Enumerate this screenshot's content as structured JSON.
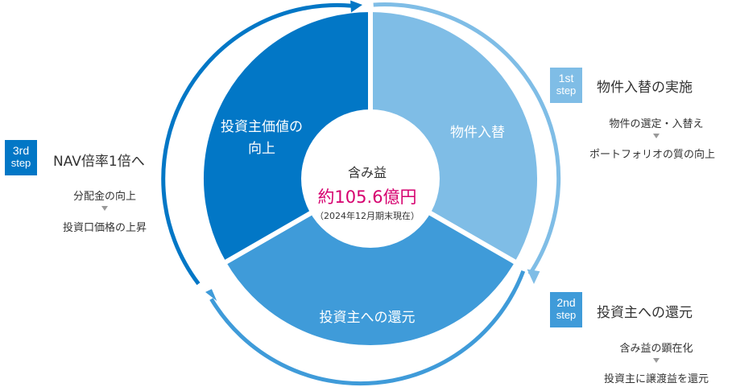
{
  "colors": {
    "step1": "#7fbde6",
    "step2": "#3f9bd9",
    "step3": "#0277c6",
    "highlight": "#d6006f"
  },
  "center": {
    "title": "含み益",
    "value": "約105.6億円",
    "note": "（2024年12月期末現在）"
  },
  "segments": {
    "top_right": "物件入替",
    "bottom": "投資主への還元",
    "top_left": [
      "投資主価値の",
      "向上"
    ]
  },
  "steps": {
    "first": {
      "badge_num": "1st",
      "badge_word": "step",
      "title": "物件入替の実施",
      "line1": "物件の選定・入替え",
      "line2": "ポートフォリオの質の向上"
    },
    "second": {
      "badge_num": "2nd",
      "badge_word": "step",
      "title": "投資主への還元",
      "line1": "含み益の顕在化",
      "line2": "投資主に譲渡益を還元"
    },
    "third": {
      "badge_num": "3rd",
      "badge_word": "step",
      "title": "NAV倍率1倍へ",
      "line1": "分配金の向上",
      "line2": "投資口価格の上昇"
    }
  }
}
